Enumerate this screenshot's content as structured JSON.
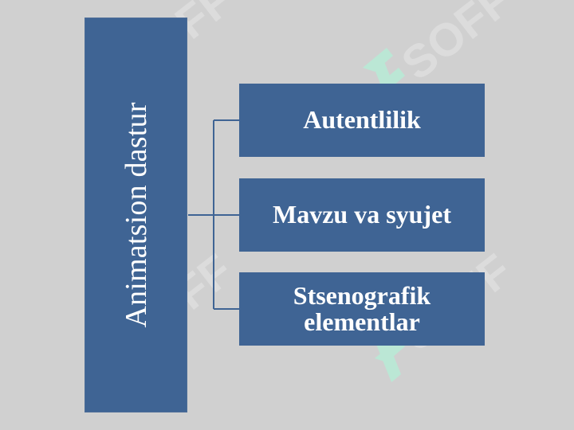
{
  "colors": {
    "background": "#d0d0d0",
    "box_fill": "#3f6494",
    "connector": "#3f6494",
    "watermark_mark": "#b9ead6",
    "watermark_text": "#dcdcdc"
  },
  "diagram": {
    "root": {
      "label": "Animatsion dastur"
    },
    "children": [
      {
        "label": "Autentlilik"
      },
      {
        "label": "Mavzu va syujet"
      },
      {
        "label": "Stsenografik elementlar"
      }
    ]
  },
  "watermark": {
    "text": "SOFF",
    "icon": "soff-logo-icon"
  }
}
